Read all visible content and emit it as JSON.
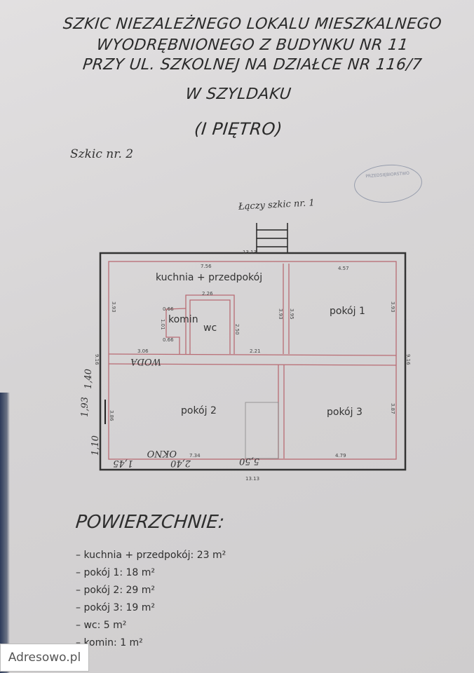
{
  "title": {
    "line1": "SZKIC NIEZALEŻNEGO LOKALU MIESZKALNEGO",
    "line2": "WYODRĘBNIONEGO Z BUDYNKU NR 11",
    "line3": "PRZY UL. SZKOLNEJ NA DZIAŁCE NR 116/7",
    "line4": "W SZYLDAKU",
    "line5": "(I PIĘTRO)"
  },
  "handwritten": {
    "sketch_no": "Szkic nr. 2",
    "connects": "Łączy szkic nr. 1",
    "woda": "WODA",
    "h140": "1,40",
    "h193": "1,93",
    "h110": "1,10",
    "h145": "1,45",
    "h240": "2,40",
    "okno": "OKNO",
    "h550": "5,50"
  },
  "plan": {
    "rooms": {
      "kitchen": "kuchnia + przedpokój",
      "komin": "komin",
      "wc": "wc",
      "room1": "pokój 1",
      "room2": "pokój 2",
      "room3": "pokój 3"
    },
    "dims": {
      "top_outer": "13.13",
      "bottom_outer": "13.13",
      "kitchen_w": "7.56",
      "room1_w": "4.57",
      "wc_w": "2.26",
      "wc_h": "2.50",
      "kitchen_h": "3.93",
      "wall_l": "3.93",
      "wall_r": "3.95",
      "room1_h": "3.93",
      "corr_w": "2.21",
      "corr_l": "3.06",
      "komin_a": "0.66",
      "komin_b": "0.66",
      "komin_h": "1.01",
      "room2_w": "7.34",
      "room3_w": "4.79",
      "room3_h": "3.87",
      "room2_h": "3.86",
      "side_l": "9.16",
      "side_r": "9.16"
    }
  },
  "areas": {
    "heading": "POWIERZCHNIE:",
    "items": [
      "– kuchnia + przedpokój: 23 m²",
      "– pokój 1:  18 m²",
      "– pokój 2: 29 m²",
      "– pokój 3:  19 m²",
      "– wc:  5 m²",
      "– komin: 1 m²"
    ]
  },
  "stamp_text": "PRZEDSIĘBIORSTWO",
  "watermark": "Adresowo.pl"
}
